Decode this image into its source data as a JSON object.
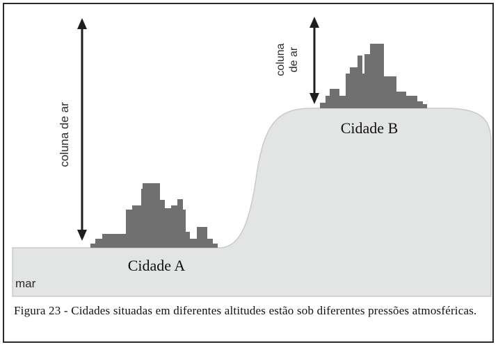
{
  "labels": {
    "column_label": "coluna de ar",
    "column_label_b_line1": "coluna",
    "column_label_b_line2": "de ar",
    "city_a": "Cidade A",
    "city_b": "Cidade B",
    "sea": "mar"
  },
  "caption": "Figura 23 - Cidades situadas em diferentes altitudes estão sob diferentes pressões atmosféricas.",
  "colors": {
    "terrain": "#e3e4e4",
    "terrain_edge": "#c9caca",
    "buildings": "#707070",
    "arrows": "#1e1e1e",
    "frame": "#2a2a2a"
  }
}
